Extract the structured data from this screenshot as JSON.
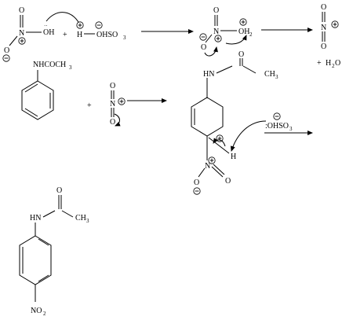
{
  "reaction": {
    "step1": {
      "nitric_N": "N",
      "nitric_O_top": "O",
      "nitric_O_bottom": "O",
      "nitric_OH": "OH",
      "lone_pair": "··",
      "plus": "+",
      "acid_H": "H",
      "acid_rest": "OHSO",
      "acid_sub": "3",
      "prot_N": "N",
      "prot_O_top": "O",
      "prot_O_left": "O",
      "prot_OH2": "OH",
      "prot_sub": "2",
      "nitronium_O1": "O",
      "nitronium_N": "N",
      "nitronium_O2": "O",
      "water_plus": "+",
      "water": "H",
      "water_sub": "2",
      "water_O": "O"
    },
    "step2": {
      "acetanilide_label": "NHCOCH",
      "acetanilide_sub": "3",
      "plus": "+",
      "nitronium_O1": "O",
      "nitronium_N": "N",
      "nitronium_O2": "O",
      "inter_NH": "HN",
      "inter_O": "O",
      "inter_CH3": "CH",
      "inter_sub": "3",
      "inter_H": "H",
      "inter_N": "N",
      "inter_O_right": "O",
      "inter_O_bottom": "O",
      "base_label": ":OHSO",
      "base_sub": "3"
    },
    "product": {
      "NH": "HN",
      "O": "O",
      "CH3": "CH",
      "sub3": "3",
      "NO": "NO",
      "sub2": "2"
    },
    "charges": {
      "plus": "+",
      "minus": "−"
    }
  }
}
